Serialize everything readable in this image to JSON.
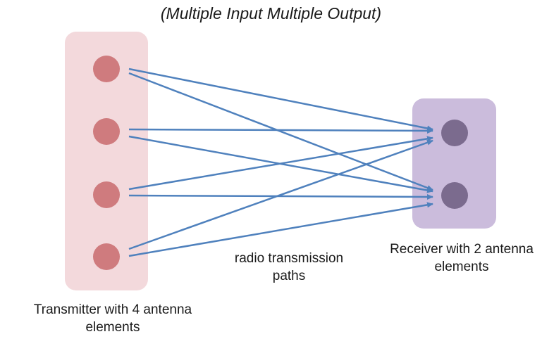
{
  "diagram": {
    "title": "(Multiple Input Multiple Output)",
    "transmitter_label": "Transmitter with 4 antenna elements",
    "receiver_label": "Receiver with 2 antenna elements",
    "paths_label": "radio transmission paths",
    "transmitter_antenna_count": 4,
    "receiver_antenna_count": 2,
    "colors": {
      "transmitter_box": "#f3d9dc",
      "transmitter_antenna": "#cf7b7e",
      "receiver_box": "#cbbcdc",
      "receiver_antenna": "#7b6b8e",
      "path": "#4f81bd"
    }
  }
}
